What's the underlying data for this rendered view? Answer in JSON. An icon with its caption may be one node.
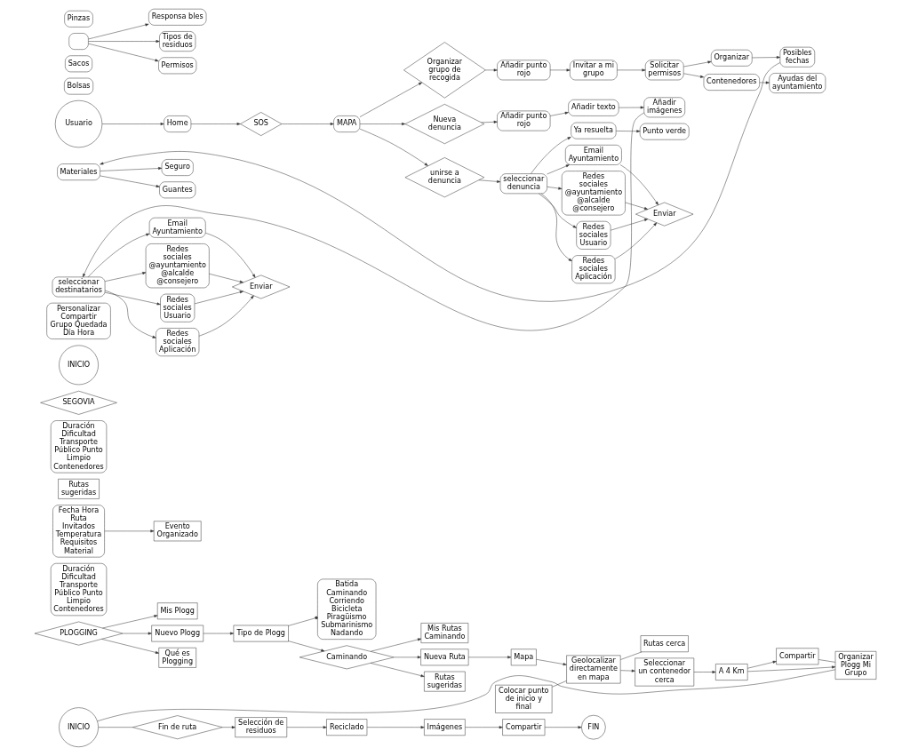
{
  "diagram": {
    "nodes": [
      {
        "text": [
          "PLOGGING"
        ]
      },
      {
        "text": [
          "Mis Plogg"
        ]
      },
      {
        "text": [
          "Nuevo Plogg"
        ]
      },
      {
        "text": [
          "Qué es Plogging"
        ]
      },
      {
        "text": [
          "Batida Caminando Corriendo Bicicleta Piragüismo Submarinismo Nadando"
        ]
      },
      {
        "text": [
          "Tipo de Plogg"
        ]
      },
      {
        "text": [
          "Caminando"
        ]
      },
      {
        "text": [
          "Mis Rutas Caminando"
        ]
      },
      {
        "text": [
          "Nueva Ruta"
        ]
      },
      {
        "text": [
          "Mapa"
        ]
      },
      {
        "text": [
          "Colocar punto de inicio y final"
        ]
      },
      {
        "text": [
          "Geolocalizar directamente en mapa"
        ]
      },
      {
        "text": [
          "Rutas cerca"
        ]
      },
      {
        "text": [
          "Seleccionar un contenedor cerca"
        ]
      },
      {
        "text": [
          "A 4 Km"
        ]
      },
      {
        "text": [
          "Duración Dificultad Transporte Público Punto Limpio Contenedores"
        ]
      },
      {
        "text": [
          "Compartir"
        ]
      },
      {
        "text": [
          "Organizar Plogg Mi Grupo"
        ]
      },
      {
        "text": [
          "Fecha Hora Ruta Invitados Temperatura Requisitos Material"
        ]
      },
      {
        "text": [
          "Evento Organizado"
        ]
      },
      {
        "text": [
          "INICIO"
        ]
      },
      {
        "text": [
          "Fin de ruta"
        ]
      },
      {
        "text": [
          "Selección de residuos"
        ]
      },
      {
        "text": [
          "Reciclado"
        ]
      },
      {
        "text": [
          "Imágenes"
        ]
      },
      {
        "text": [
          "Compartir"
        ]
      },
      {
        "text": [
          "FIN"
        ]
      },
      {
        "text": [
          "Rutas sugeridas"
        ]
      },
      {
        "text": [
          "Rutas sugeridas"
        ]
      },
      {
        "text": [
          "Duración Dificultad Transporte Público Punto Limpio Contenedores"
        ]
      },
      {
        "text": [
          "SEGOVIA"
        ]
      },
      {
        "text": [
          "INICIO"
        ]
      },
      {
        "text": [
          "Personalizar Compartir Grupo Quedada Día Hora"
        ]
      },
      {
        "text": [
          "Usuario"
        ]
      },
      {
        "text": [
          "Home"
        ]
      },
      {
        "text": [
          "SOS"
        ]
      },
      {
        "text": [
          "MAPA"
        ]
      },
      {
        "text": [
          "Organizar grupo de recogida"
        ]
      },
      {
        "text": [
          "Añadir punto rojo"
        ]
      },
      {
        "text": [
          "Invitar a mi grupo"
        ]
      },
      {
        "text": [
          "Solicitar permisos"
        ]
      },
      {
        "text": [
          "Organizar"
        ]
      },
      {
        "text": [
          "Posibles fechas"
        ]
      },
      {
        "text": [
          "Materiales"
        ]
      },
      {
        "text": [
          "Seguro"
        ]
      },
      {
        "text": [
          "Guantes"
        ]
      },
      {
        "text": [
          "Bolsas"
        ]
      },
      {
        "text": [
          "Sacos"
        ]
      },
      {
        "text": [],
        "shape": "box"
      },
      {
        "text": [
          "Pinzas"
        ]
      },
      {
        "text": [
          "Responsa bles"
        ]
      },
      {
        "text": [
          "Tipos de residuos"
        ]
      },
      {
        "text": [
          "Permisos"
        ]
      },
      {
        "text": [
          "Contenedores"
        ]
      },
      {
        "text": [
          "Ayudas del ayuntamiento"
        ]
      },
      {
        "text": [
          "Nueva denuncia"
        ]
      },
      {
        "text": [
          "unirse a denuncia"
        ]
      },
      {
        "text": [
          "Añadir punto rojo"
        ]
      },
      {
        "text": [
          "Añadir texto"
        ]
      },
      {
        "text": [
          "Añadir imágenes"
        ]
      },
      {
        "text": [
          "seleccionar destinatarios"
        ]
      },
      {
        "text": [
          "Email Ayuntamiento"
        ]
      },
      {
        "text": [
          "Redes sociales @ayuntamiento @alcalde @consejero"
        ]
      },
      {
        "text": [
          "Redes sociales Usuario"
        ]
      },
      {
        "text": [
          "Redes sociales Aplicación"
        ]
      },
      {
        "text": [
          "Enviar"
        ]
      },
      {
        "text": [
          "seleccionar denuncia"
        ]
      },
      {
        "text": [
          "Ya resuelta"
        ]
      },
      {
        "text": [
          "Punto verde"
        ]
      },
      {
        "text": [
          "Email Ayuntamiento"
        ]
      },
      {
        "text": [
          "Redes sociales @ayuntamiento @alcalde @consejero"
        ]
      },
      {
        "text": [
          "Redes sociales Usuario"
        ]
      },
      {
        "text": [
          "Redes sociales Aplicación"
        ]
      },
      {
        "text": [
          "Enviar"
        ]
      }
    ],
    "edges": [
      {
        "from": 0,
        "to": 1,
        "arrow": "to"
      },
      {
        "from": 0,
        "to": 2,
        "arrow": "to"
      },
      {
        "from": 0,
        "to": 3,
        "arrow": "to"
      },
      {
        "from": 2,
        "to": 5,
        "arrow": "to"
      },
      {
        "from": 5,
        "to": 4,
        "arrow": "other"
      },
      {
        "from": 5,
        "to": 6,
        "arrow": "to"
      },
      {
        "from": 6,
        "to": 7,
        "arrow": "to"
      },
      {
        "from": 6,
        "to": 8,
        "arrow": "to"
      },
      {
        "from": 6,
        "to": 27,
        "arrow": "to"
      },
      {
        "from": 8,
        "to": 9,
        "arrow": "to"
      },
      {
        "from": 9,
        "to": 11,
        "arrow": "to"
      },
      {
        "from": 10,
        "to": 11,
        "arrow": "none"
      },
      {
        "from": 11,
        "to": 12,
        "arrow": "none"
      },
      {
        "from": 11,
        "to": 13,
        "arrow": "to"
      },
      {
        "from": 13,
        "to": 14,
        "arrow": "to"
      },
      {
        "from": 14,
        "to": 16,
        "arrow": "to"
      },
      {
        "from": 14,
        "to": 17,
        "arrow": "to"
      },
      {
        "from": 16,
        "to": 17,
        "arrow": "none"
      },
      {
        "from": 17,
        "to": 20,
        "arrow": "none"
      },
      {
        "from": 18,
        "to": 19,
        "arrow": "to"
      },
      {
        "from": 20,
        "to": 21,
        "arrow": "none"
      },
      {
        "from": 21,
        "to": 22,
        "arrow": "to"
      },
      {
        "from": 22,
        "to": 23,
        "arrow": "to"
      },
      {
        "from": 23,
        "to": 24,
        "arrow": "to"
      },
      {
        "from": 24,
        "to": 25,
        "arrow": "to"
      },
      {
        "from": 25,
        "to": 26,
        "arrow": "to"
      },
      {
        "from": 33,
        "to": 34,
        "arrow": "to"
      },
      {
        "from": 34,
        "to": 35,
        "arrow": "to"
      },
      {
        "from": 35,
        "to": 36,
        "arrow": "to"
      },
      {
        "from": 36,
        "to": 37,
        "arrow": "to"
      },
      {
        "from": 37,
        "to": 38,
        "arrow": "to"
      },
      {
        "from": 38,
        "to": 39,
        "arrow": "to"
      },
      {
        "from": 39,
        "to": 40,
        "arrow": "to"
      },
      {
        "from": 40,
        "to": 41,
        "arrow": "to"
      },
      {
        "from": 41,
        "to": 42,
        "arrow": "to"
      },
      {
        "from": 42,
        "to": 43,
        "arrow": "to"
      },
      {
        "from": 43,
        "to": 44,
        "arrow": "to"
      },
      {
        "from": 43,
        "to": 45,
        "arrow": "to"
      },
      {
        "from": 48,
        "to": 50,
        "arrow": "to"
      },
      {
        "from": 48,
        "to": 51,
        "arrow": "to"
      },
      {
        "from": 48,
        "to": 52,
        "arrow": "to"
      },
      {
        "from": 40,
        "to": 53,
        "arrow": "to"
      },
      {
        "from": 53,
        "to": 54,
        "arrow": "to"
      },
      {
        "from": 36,
        "to": 55,
        "arrow": "to"
      },
      {
        "from": 36,
        "to": 56,
        "arrow": "to"
      },
      {
        "from": 55,
        "to": 57,
        "arrow": "to"
      },
      {
        "from": 57,
        "to": 58,
        "arrow": "to"
      },
      {
        "from": 58,
        "to": 59,
        "arrow": "to"
      },
      {
        "from": 59,
        "to": 60,
        "arrow": "to"
      },
      {
        "from": 60,
        "to": 61,
        "arrow": "to"
      },
      {
        "from": 60,
        "to": 62,
        "arrow": "to"
      },
      {
        "from": 60,
        "to": 63,
        "arrow": "to"
      },
      {
        "from": 60,
        "to": 64,
        "arrow": "to"
      },
      {
        "from": 61,
        "to": 65,
        "arrow": "to"
      },
      {
        "from": 62,
        "to": 65,
        "arrow": "to"
      },
      {
        "from": 63,
        "to": 65,
        "arrow": "to"
      },
      {
        "from": 64,
        "to": 65,
        "arrow": "to"
      },
      {
        "from": 56,
        "to": 66,
        "arrow": "to"
      },
      {
        "from": 66,
        "to": 67,
        "arrow": "to"
      },
      {
        "from": 67,
        "to": 68,
        "arrow": "to"
      },
      {
        "from": 66,
        "to": 69,
        "arrow": "to"
      },
      {
        "from": 66,
        "to": 70,
        "arrow": "to"
      },
      {
        "from": 66,
        "to": 71,
        "arrow": "to"
      },
      {
        "from": 66,
        "to": 72,
        "arrow": "to"
      },
      {
        "from": 69,
        "to": 73,
        "arrow": "to"
      },
      {
        "from": 70,
        "to": 73,
        "arrow": "to"
      },
      {
        "from": 71,
        "to": 73,
        "arrow": "to"
      },
      {
        "from": 72,
        "to": 73,
        "arrow": "to"
      }
    ]
  }
}
